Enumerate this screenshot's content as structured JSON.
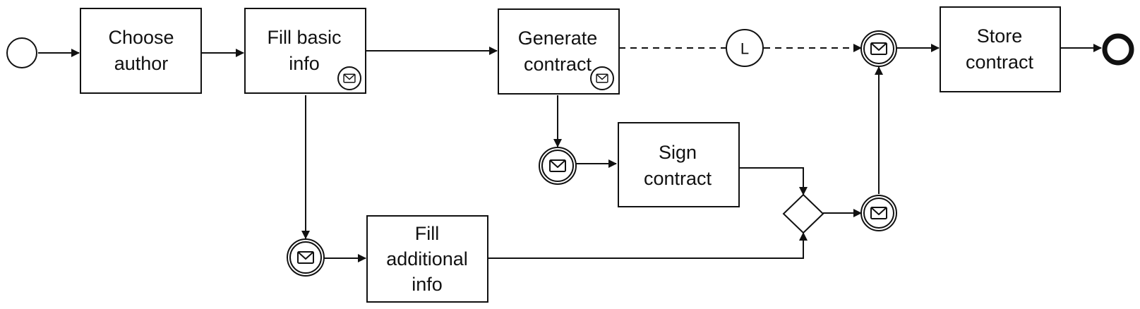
{
  "tasks": [
    {
      "id": "choose-author",
      "lines": [
        "Choose",
        "author"
      ]
    },
    {
      "id": "fill-basic-info",
      "lines": [
        "Fill basic",
        "info"
      ]
    },
    {
      "id": "generate-contract",
      "lines": [
        "Generate",
        "contract"
      ]
    },
    {
      "id": "store-contract",
      "lines": [
        "Store",
        "contract"
      ]
    },
    {
      "id": "sign-contract",
      "lines": [
        "Sign",
        "contract"
      ]
    },
    {
      "id": "fill-additional-info",
      "lines": [
        "Fill",
        "additional",
        "info"
      ]
    }
  ],
  "link_event": {
    "label": "L"
  },
  "icons": {
    "task_marker": "envelope-icon",
    "message_event": "envelope-icon"
  },
  "colors": {
    "stroke": "#111111",
    "fill": "#ffffff"
  }
}
